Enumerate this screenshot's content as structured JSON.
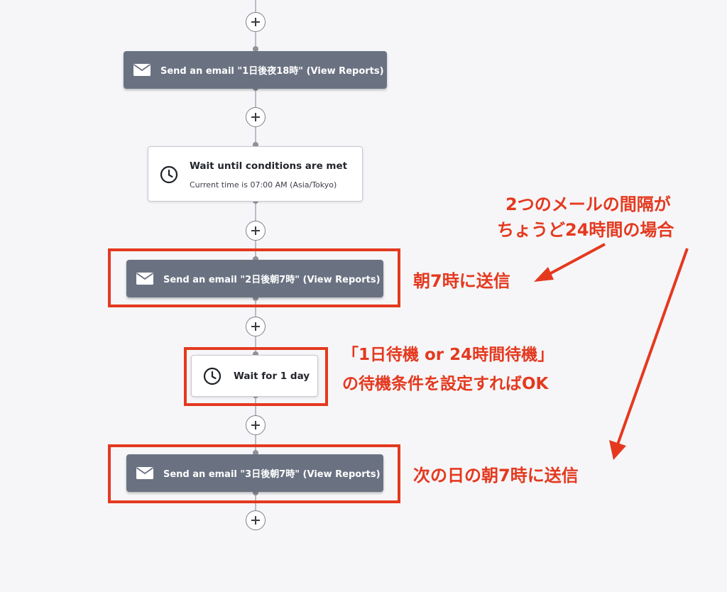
{
  "nodes": {
    "email1": {
      "label": "Send an email \"1日後夜18時\" (View Reports)"
    },
    "wait_conditions": {
      "title": "Wait until conditions are met",
      "subtitle": "Current time is 07:00 AM (Asia/Tokyo)"
    },
    "email2": {
      "label": "Send an email \"2日後朝7時\" (View Reports)"
    },
    "wait_day": {
      "label": "Wait for 1 day"
    },
    "email3": {
      "label": "Send an email \"3日後朝7時\" (View Reports)"
    }
  },
  "annotations": {
    "interval_note_line1": "2つのメールの間隔が",
    "interval_note_line2": "ちょうど24時間の場合",
    "send_7am": "朝7時に送信",
    "wait_note_line1": "「1日待機 or 24時間待機」",
    "wait_note_line2": "の待機条件を設定すればOK",
    "next_day_7am": "次の日の朝7時に送信"
  },
  "colors": {
    "annotation_red": "#e4391f",
    "email_node_bg": "#6a7282",
    "canvas_bg": "#f6f6f8"
  },
  "icons": {
    "email": "envelope-icon",
    "wait": "clock-icon",
    "add": "plus-icon"
  }
}
